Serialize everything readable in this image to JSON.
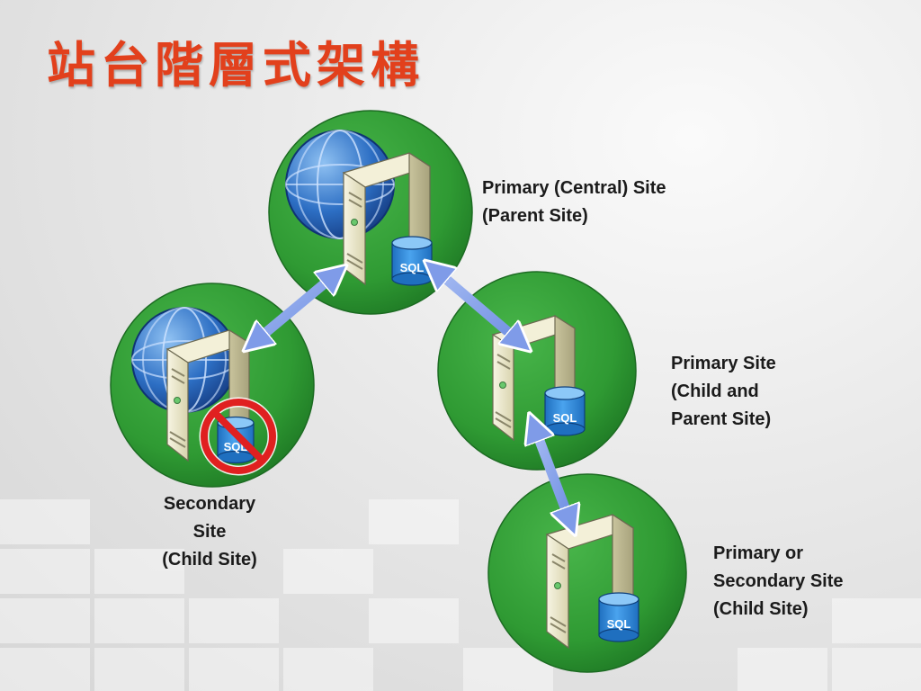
{
  "slide": {
    "title": "站台階層式架構"
  },
  "colors": {
    "title": "#e2401c",
    "site_circle": "#2f9a33",
    "arrow": "#7f9be8",
    "server": "#ece8c8",
    "database": "#2e86d6",
    "no_symbol": "#e02020"
  },
  "sites": {
    "central": {
      "icons": [
        "globe-icon",
        "server-icon",
        "sql-database-icon"
      ],
      "db_label": "SQL",
      "lines": [
        "Primary (Central) Site",
        "(Parent Site)"
      ]
    },
    "secondary": {
      "icons": [
        "globe-icon",
        "server-icon",
        "sql-database-icon",
        "no-symbol-icon"
      ],
      "db_label": "SQL",
      "lines": [
        "Secondary",
        "Site",
        "(Child Site)"
      ]
    },
    "primary_child_parent": {
      "icons": [
        "server-icon",
        "sql-database-icon"
      ],
      "db_label": "SQL",
      "lines": [
        "Primary Site",
        "(Child and",
        "Parent Site)"
      ]
    },
    "child": {
      "icons": [
        "server-icon",
        "sql-database-icon"
      ],
      "db_label": "SQL",
      "lines": [
        "Primary or",
        "Secondary Site",
        "(Child Site)"
      ]
    }
  },
  "connections": [
    {
      "from": "central",
      "to": "secondary",
      "direction": "bidirectional"
    },
    {
      "from": "central",
      "to": "primary_child_parent",
      "direction": "bidirectional"
    },
    {
      "from": "primary_child_parent",
      "to": "child",
      "direction": "bidirectional"
    }
  ]
}
